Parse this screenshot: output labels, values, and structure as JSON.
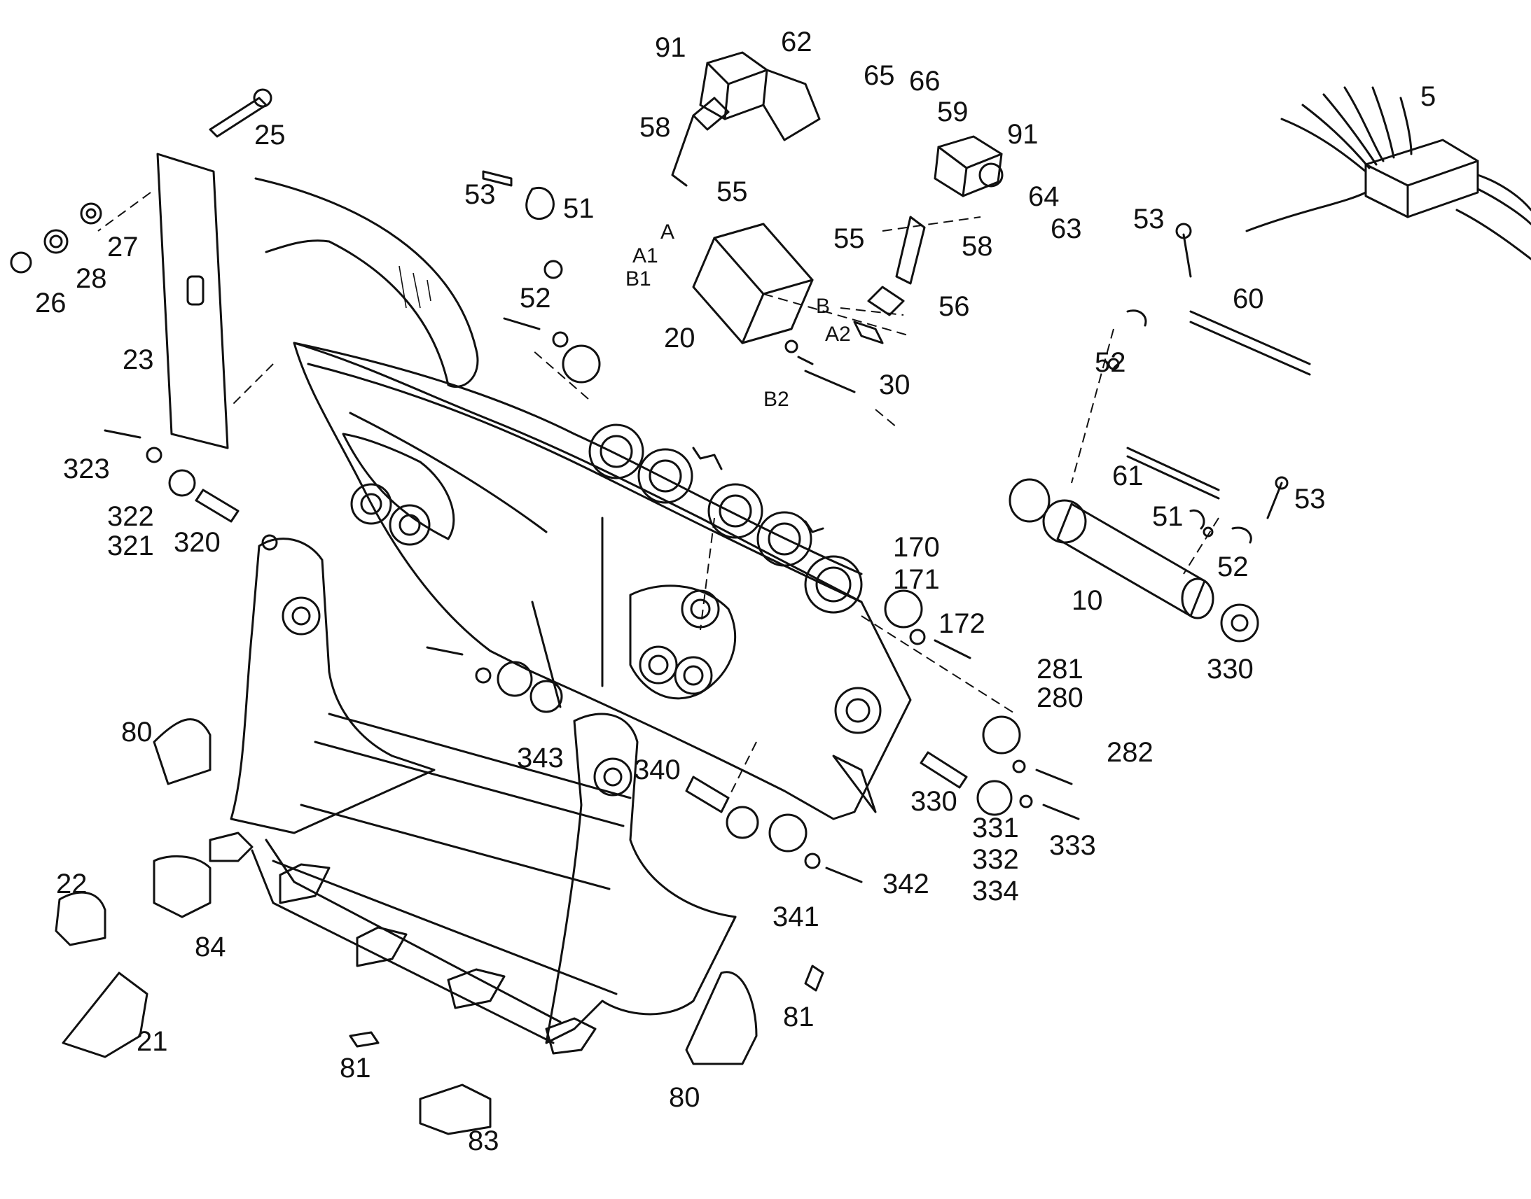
{
  "labels": {
    "l91a": "91",
    "l62": "62",
    "l65": "65",
    "l66": "66",
    "l5": "5",
    "l25": "25",
    "l58a": "58",
    "l59": "59",
    "l91b": "91",
    "l53a": "53",
    "l51a": "51",
    "l55a": "55",
    "l27": "27",
    "l64": "64",
    "lA": "A",
    "l63": "63",
    "l53b": "53",
    "l55b": "55",
    "l58b": "58",
    "l28": "28",
    "lA1": "A1",
    "lB1": "B1",
    "l26": "26",
    "l52a": "52",
    "lB": "B",
    "l60": "60",
    "l56": "56",
    "l20": "20",
    "lA2": "A2",
    "l23": "23",
    "l52b": "52",
    "l30": "30",
    "lB2": "B2",
    "l323": "323",
    "l61": "61",
    "l53c": "53",
    "l322": "322",
    "l51b": "51",
    "l321": "321",
    "l320": "320",
    "l170": "170",
    "l52c": "52",
    "l171": "171",
    "l10": "10",
    "l172": "172",
    "l330a": "330",
    "l281": "281",
    "l280": "280",
    "l80a": "80",
    "l282": "282",
    "l343": "343",
    "l340": "340",
    "l330b": "330",
    "l331": "331",
    "l333": "333",
    "l332": "332",
    "l334": "334",
    "l342": "342",
    "l22": "22",
    "l341": "341",
    "l84": "84",
    "l81a": "81",
    "l21": "21",
    "l81b": "81",
    "l80b": "80",
    "l83": "83"
  },
  "colors": {
    "line": "#111111",
    "background": "#ffffff"
  }
}
